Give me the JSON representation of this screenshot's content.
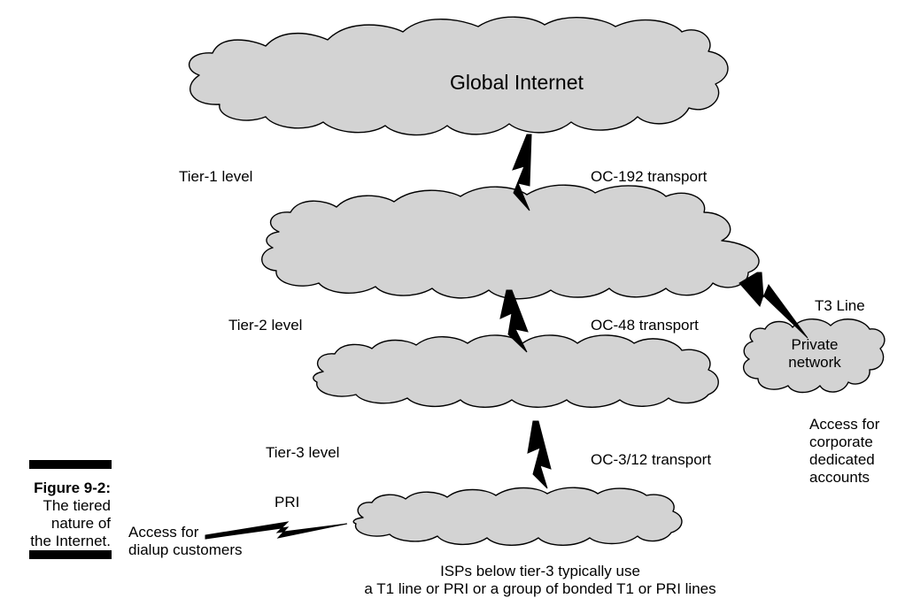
{
  "figure": {
    "number": "Figure 9-2:",
    "caption_lines": [
      "The tiered",
      "nature of",
      "the Internet."
    ]
  },
  "clouds": {
    "global": "Global Internet",
    "private_lines": [
      "Private",
      "network"
    ]
  },
  "tiers": {
    "tier1": "Tier-1 level",
    "tier2": "Tier-2 level",
    "tier3": "Tier-3 level"
  },
  "links": {
    "oc192": "OC-192 transport",
    "oc48": "OC-48 transport",
    "oc312": "OC-3/12 transport",
    "t3": "T3 Line",
    "pri": "PRI"
  },
  "notes": {
    "corporate_lines": [
      "Access for",
      "corporate",
      "dedicated",
      "accounts"
    ],
    "dialup_lines": [
      "Access for",
      "dialup customers"
    ],
    "bottom_lines": [
      "ISPs below tier-3 typically use",
      "a T1 line or PRI or a group of bonded T1 or PRI lines"
    ]
  }
}
